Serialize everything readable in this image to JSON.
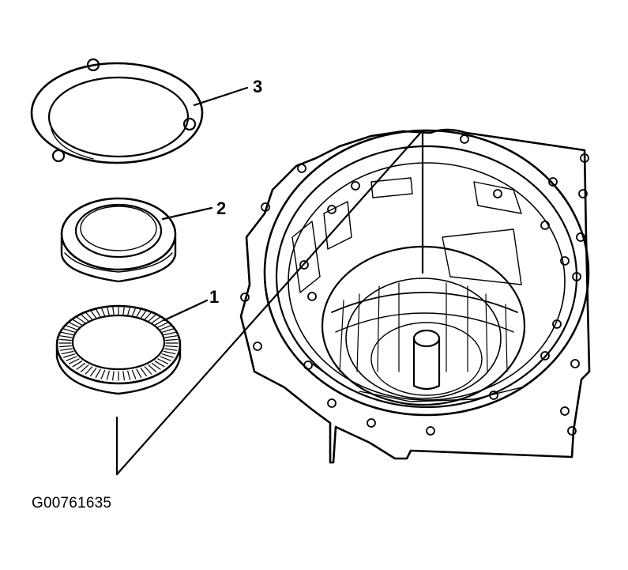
{
  "callouts": {
    "thrust_washer": "3",
    "bearing_race": "2",
    "thrust_bearing": "1"
  },
  "figure_id": "G00761635",
  "colors": {
    "ink": "#000000",
    "paper": "#ffffff"
  }
}
